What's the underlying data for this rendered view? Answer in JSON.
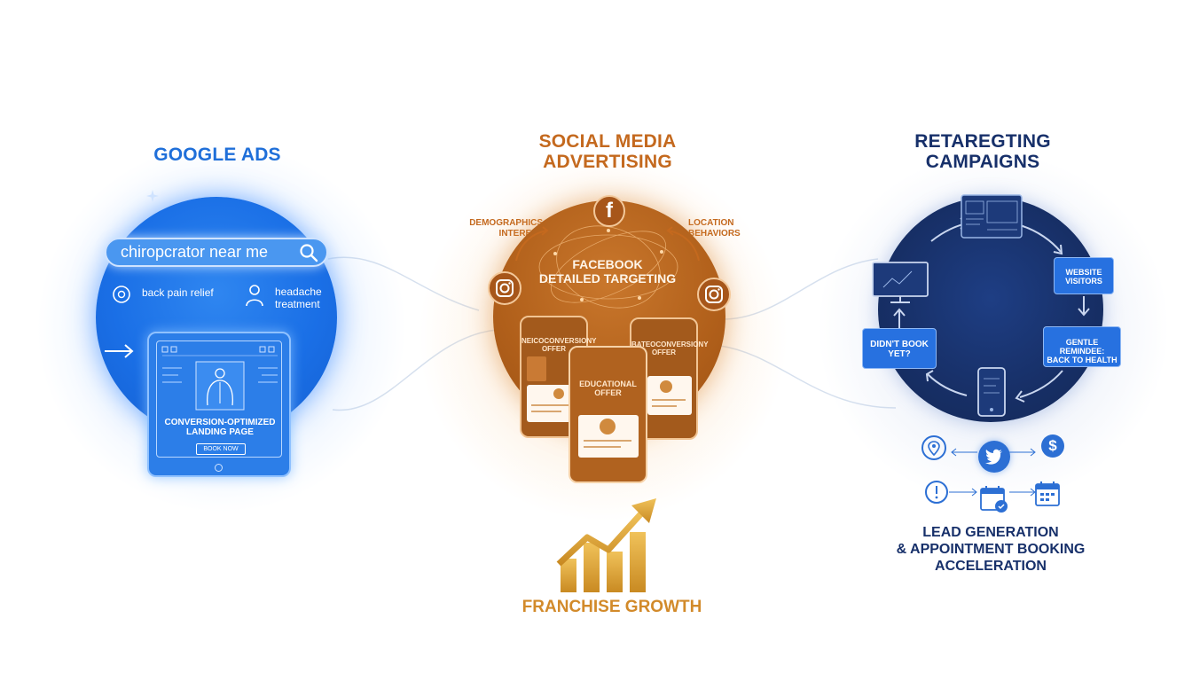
{
  "sections": {
    "google": {
      "title": "GOOGLE ADS",
      "search_query": "chiropcrator near me",
      "keyword_1": "back pain relief",
      "keyword_2_line1": "headache",
      "keyword_2_line2": "treatment",
      "landing_line1": "CONVERSION-OPTIMIZED",
      "landing_line2": "LANDING PAGE",
      "book_button": "BOOK NOW"
    },
    "social": {
      "title_line1": "SOCIAL MEDIA",
      "title_line2": "ADVERTISING",
      "left_label_line1": "DEMOGRAPHICS",
      "left_label_line2": "INTEREST",
      "right_label_line1": "LOCATION",
      "right_label_line2": "BEHAVIORS",
      "center_line1": "FACEBOOK",
      "center_line2": "DETAILED TARGETING",
      "phone_left_line1": "NEICOCONVERSIONY",
      "phone_left_line2": "OFFER",
      "phone_center_line1": "EDUCATIONAL",
      "phone_center_line2": "OFFER",
      "phone_right_line1": "BATEOCONVERSIONY",
      "phone_right_line2": "OFFER"
    },
    "retargeting": {
      "title_line1": "RETAREGTING",
      "title_line2": "CAMPAIGNS",
      "box_visitors_line1": "WEBSITE",
      "box_visitors_line2": "VISITORS",
      "box_reminder_line1": "GENTLE REMINDEE:",
      "box_reminder_line2": "BACK TO HEALTH",
      "box_book_line1": "DIDN'T BOOK",
      "box_book_line2": "YET?"
    }
  },
  "footer": {
    "growth_label": "FRANCHISE GROWTH",
    "lead_line1": "LEAD GENERATION",
    "lead_line2": "& APPOINTMENT BOOKING",
    "lead_line3": "ACCELERATION"
  },
  "colors": {
    "google_blue": "#1a6fe6",
    "social_orange": "#b05f1a",
    "retarget_navy": "#172f66",
    "growth_gold": "#d28a2a"
  }
}
